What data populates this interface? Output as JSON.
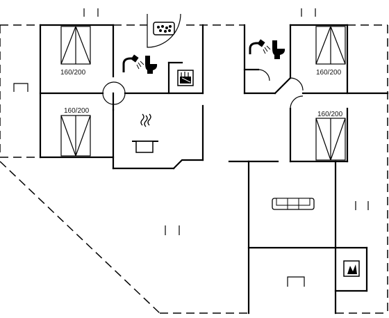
{
  "bedrooms": [
    {
      "id": "bedroom-1",
      "bed_size": "160/200"
    },
    {
      "id": "bedroom-2",
      "bed_size": "160/200"
    },
    {
      "id": "bedroom-3",
      "bed_size": "160/200"
    },
    {
      "id": "bedroom-4",
      "bed_size": "160/200"
    }
  ],
  "fixtures": {
    "kitchen": "cooking-pot-icon",
    "living": "sofa-icon",
    "bath_1": [
      "shower-icon",
      "toilet-icon",
      "hot-tub-icon",
      "sauna-icon"
    ],
    "bath_2": [
      "shower-icon",
      "toilet-icon"
    ],
    "utility": "washer-icon"
  }
}
